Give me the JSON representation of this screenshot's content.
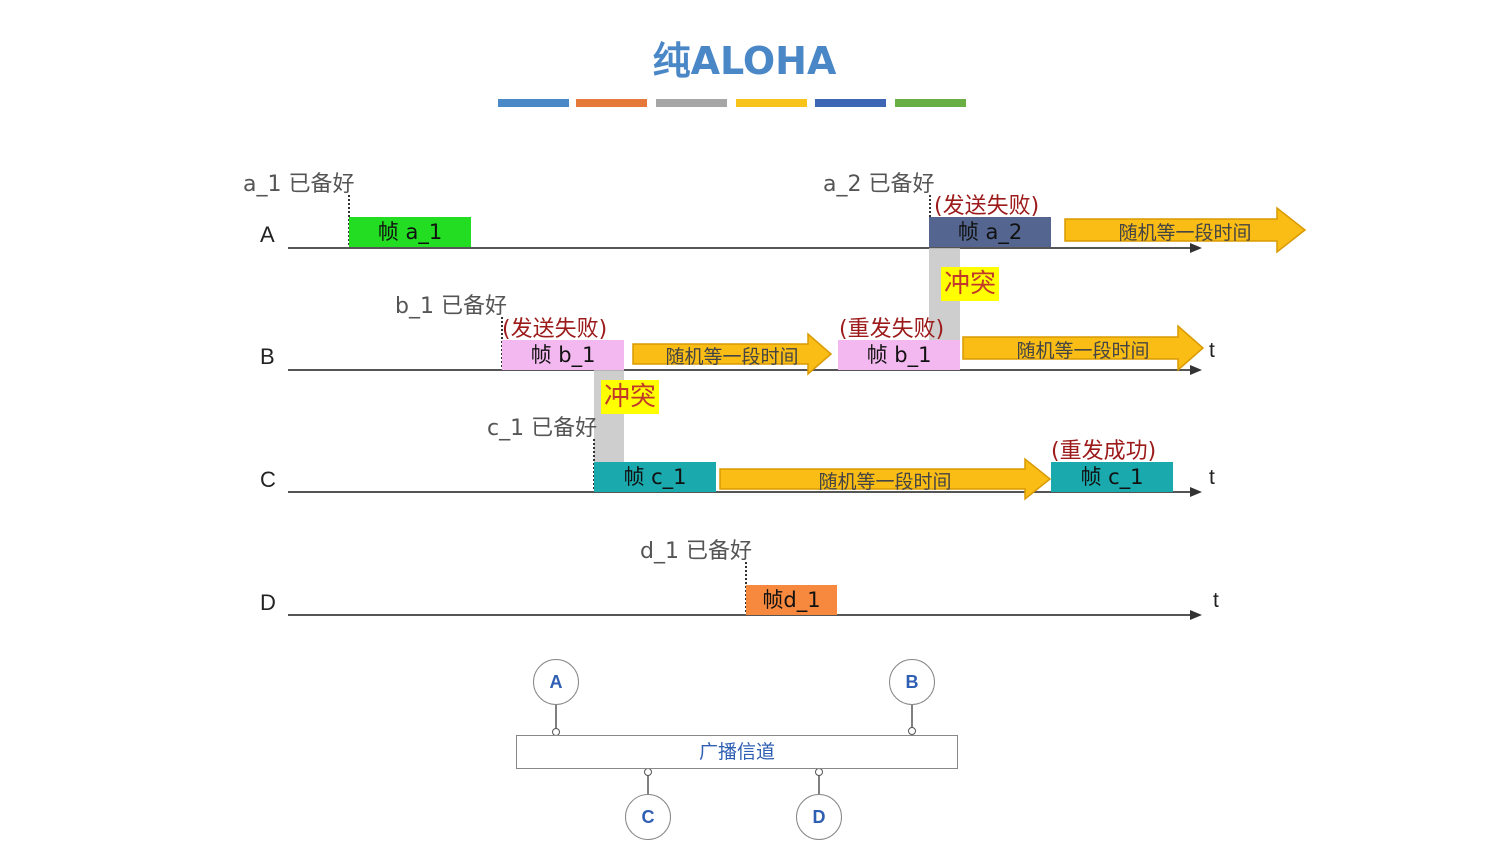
{
  "title": "纯ALOHA",
  "color_bar": [
    "#4a88c8",
    "#e4793a",
    "#a6a6a6",
    "#f8c41a",
    "#3d66b5",
    "#6aaf44"
  ],
  "rows": [
    "A",
    "B",
    "C",
    "D"
  ],
  "time_label": "t",
  "ready_labels": {
    "a1": "a_1 已备好",
    "a2": "a_2 已备好",
    "b1": "b_1 已备好",
    "c1": "c_1 已备好",
    "d1": "d_1 已备好"
  },
  "frames": {
    "a1": "帧 a_1",
    "a2": "帧 a_2",
    "b1": "帧 b_1",
    "b1_retry": "帧 b_1",
    "c1": "帧 c_1",
    "c1_retry": "帧 c_1",
    "d1": "帧d_1"
  },
  "status": {
    "a2_fail": "(发送失败)",
    "b1_fail": "(发送失败)",
    "b1_retry_fail": "(重发失败)",
    "c1_retry_success": "(重发成功)"
  },
  "collision_label": "冲突",
  "wait_label": "随机等一段时间",
  "colors": {
    "frame_a1": "#22dd22",
    "frame_a2": "#54668f",
    "frame_b": "#f4b8f0",
    "frame_c": "#1aa9ad",
    "frame_d": "#f6893e",
    "wait_arrow": "#f9bd16",
    "collision": "#ffff00",
    "fail_text": "#9c1a1a"
  },
  "network": {
    "nodes": [
      "A",
      "B",
      "C",
      "D"
    ],
    "channel_label": "广播信道"
  }
}
